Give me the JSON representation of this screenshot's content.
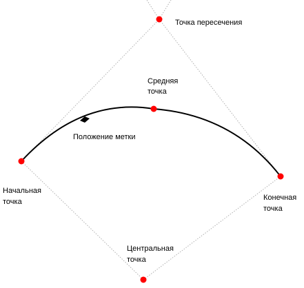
{
  "diagram": {
    "labels": {
      "intersection": "Точка пересечения",
      "middle_line1": "Средняя",
      "middle_line2": "точка",
      "marker": "Положение метки",
      "start_line1": "Начальная",
      "start_line2": "точка",
      "end_line1": "Конечная",
      "end_line2": "точка",
      "center_line1": "Центральная",
      "center_line2": "точка"
    },
    "colors": {
      "point": "#ff0000",
      "arc": "#000000",
      "guide": "#b0b0b0",
      "marker": "#000000"
    }
  }
}
